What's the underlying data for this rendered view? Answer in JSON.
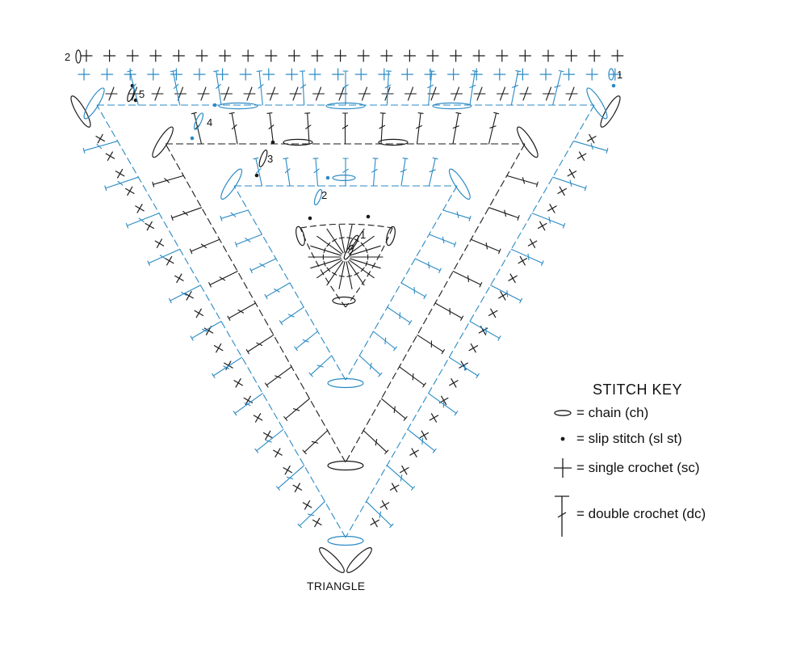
{
  "diagram": {
    "caption": "TRIANGLE",
    "colors": {
      "black": "#1a1a1a",
      "blue": "#2a8ac4"
    },
    "round_labels": [
      "1",
      "2",
      "3",
      "4",
      "5"
    ],
    "row_labels": [
      "1",
      "2"
    ]
  },
  "stitch_key": {
    "title": "STITCH KEY",
    "items": [
      {
        "symbol": "chain-symbol-icon",
        "label": "= chain (ch)"
      },
      {
        "symbol": "slip-stitch-symbol-icon",
        "label": "= slip stitch (sl st)"
      },
      {
        "symbol": "single-crochet-symbol-icon",
        "label": "= single crochet (sc)"
      },
      {
        "symbol": "double-crochet-symbol-icon",
        "label": "= double crochet (dc)"
      }
    ]
  }
}
